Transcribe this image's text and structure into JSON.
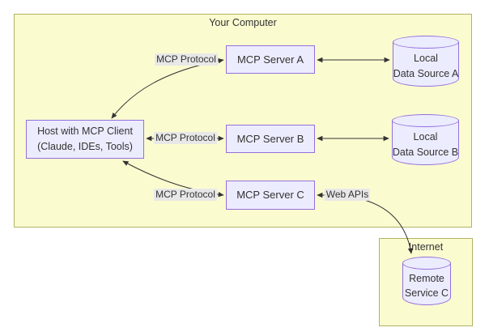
{
  "clusters": {
    "your_computer": {
      "label": "Your Computer"
    },
    "internet": {
      "label": "Internet"
    }
  },
  "nodes": {
    "host": {
      "line1": "Host with MCP Client",
      "line2": "(Claude, IDEs, Tools)"
    },
    "server_a": {
      "label": "MCP Server A"
    },
    "server_b": {
      "label": "MCP Server B"
    },
    "server_c": {
      "label": "MCP Server C"
    },
    "data_source_a": {
      "line1": "Local",
      "line2": "Data Source A"
    },
    "data_source_b": {
      "line1": "Local",
      "line2": "Data Source B"
    },
    "remote_service_c": {
      "line1": "Remote",
      "line2": "Service C"
    }
  },
  "edge_labels": {
    "mcp_a": "MCP Protocol",
    "mcp_b": "MCP Protocol",
    "mcp_c": "MCP Protocol",
    "web_apis": "Web APIs"
  },
  "colors": {
    "cluster_fill": "#fbfbd0",
    "cluster_border": "#b2b266",
    "node_fill": "#ececff",
    "node_border": "#9370db",
    "edge_label_bg": "#e8e8e8",
    "text_color": "#333333",
    "arrow_color": "#333333"
  }
}
